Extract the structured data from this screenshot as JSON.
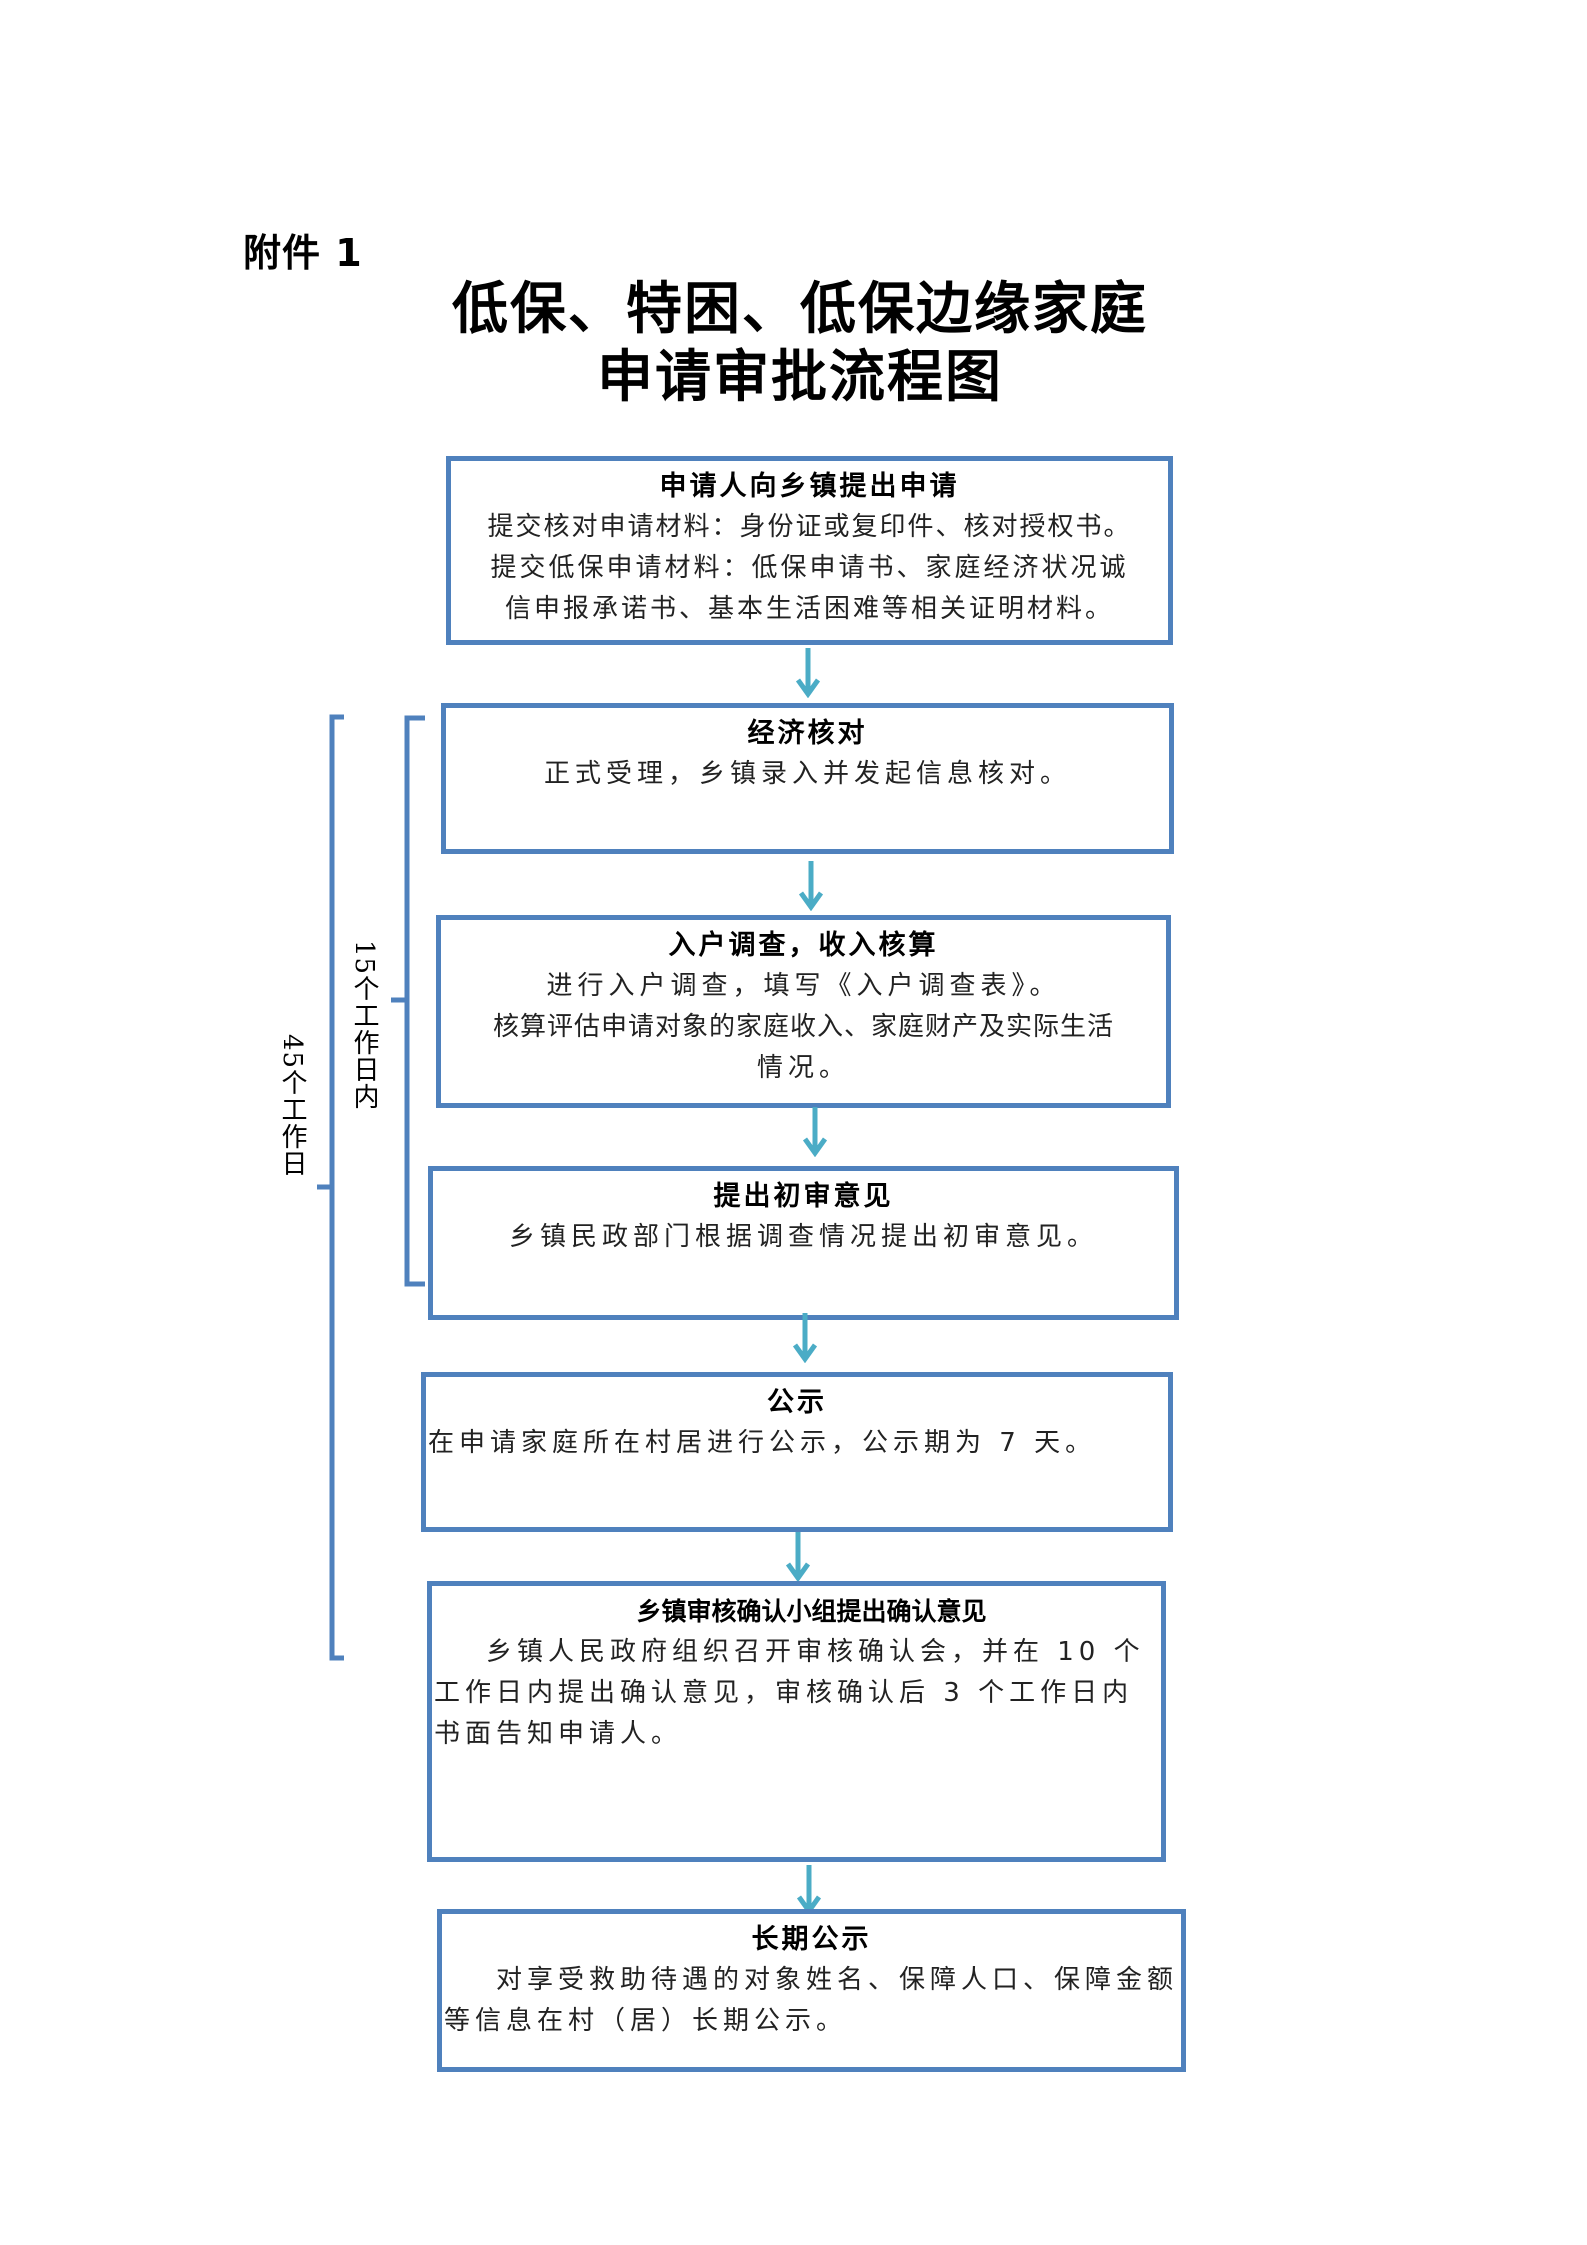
{
  "annex_label": "附件 1",
  "title": {
    "line1": "低保、特困、低保边缘家庭",
    "line2": "申请审批流程图"
  },
  "colors": {
    "box_border": "#4f81bd",
    "arrow": "#4bacc6",
    "bracket": "#4f81bd"
  },
  "steps": [
    {
      "title": "申请人向乡镇提出申请",
      "lines": [
        "提交核对申请材料：身份证或复印件、核对授权书。",
        "提交低保申请材料：低保申请书、家庭经济状况诚",
        "信申报承诺书、基本生活困难等相关证明材料。"
      ]
    },
    {
      "title": "经济核对",
      "lines": [
        "正式受理，乡镇录入并发起信息核对。"
      ]
    },
    {
      "title": "入户调查，收入核算",
      "lines": [
        "进行入户调查，填写《入户调查表》。",
        "核算评估申请对象的家庭收入、家庭财产及实际生活",
        "情况。"
      ]
    },
    {
      "title": "提出初审意见",
      "lines": [
        "乡镇民政部门根据调查情况提出初审意见。"
      ]
    },
    {
      "title": "公示",
      "lines": [
        "在申请家庭所在村居进行公示，公示期为 7 天。"
      ]
    },
    {
      "title": "乡镇审核确认小组提出确认意见",
      "lines": [
        "乡镇人民政府组织召开审核确认会，并在 10 个工作日内提出确认意见，审核确认后 3 个工作日内书面告知申请人。"
      ]
    },
    {
      "title": "长期公示",
      "lines": [
        "对享受救助待遇的对象姓名、保障人口、保障金额等信息在村（居）长期公示。"
      ]
    }
  ],
  "brackets": {
    "outer_label": "45个工作日",
    "inner_label": "15个工作日内"
  }
}
